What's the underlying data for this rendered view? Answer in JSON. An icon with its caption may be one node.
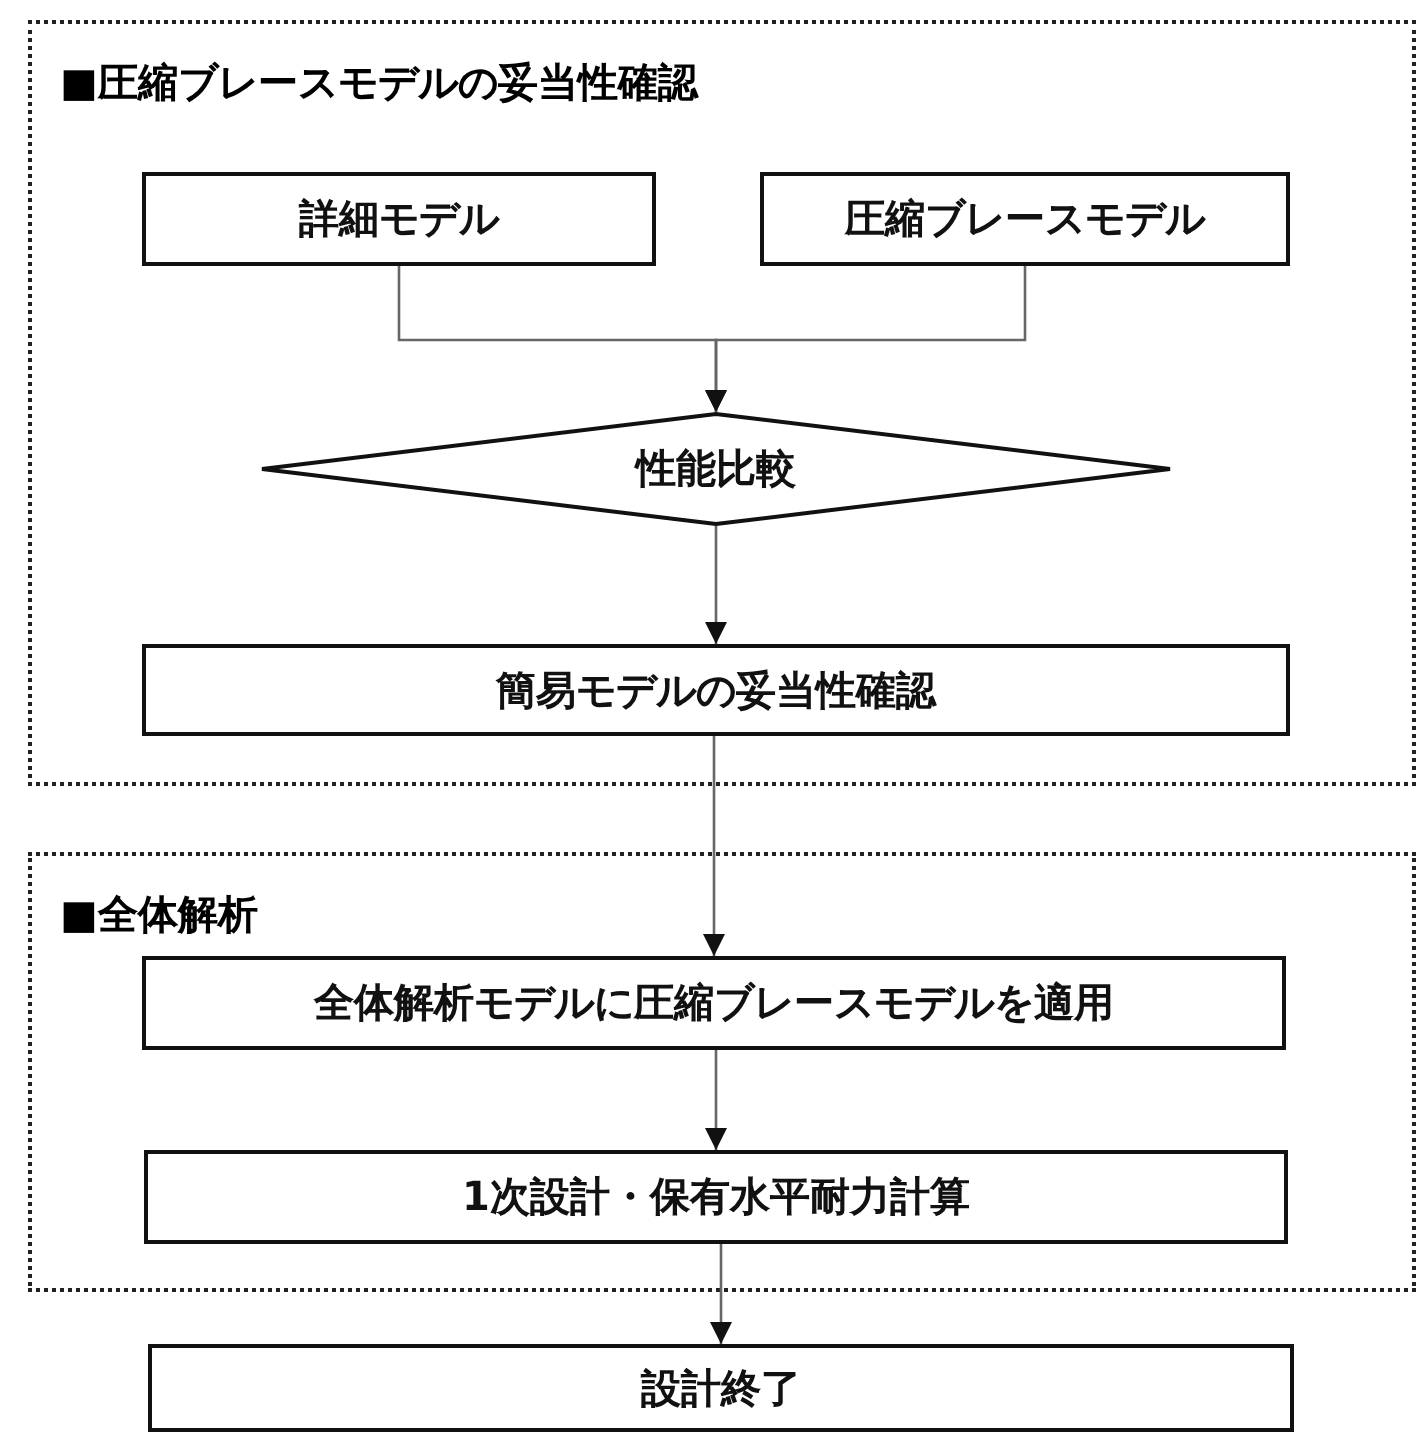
{
  "diagram": {
    "nodes": [
      {
        "text": [
          "■圧縮ブレースモデルの妥当性確認"
        ]
      },
      {
        "text": [
          "詳細モデル"
        ],
        "in": 0
      },
      {
        "text": [
          "圧縮ブレースモデル"
        ],
        "in": 0
      },
      {
        "text": [
          "性能比較"
        ],
        "in": 0
      },
      {
        "text": [
          "簡易モデルの妥当性確認"
        ],
        "in": 0
      },
      {
        "text": [
          "■全体解析"
        ]
      },
      {
        "text": [
          "全体解析モデルに圧縮ブレースモデルを適用"
        ],
        "in": 5
      },
      {
        "text": [
          "1次設計・保有水平耐力計算"
        ],
        "in": 5
      },
      {
        "text": [
          "設計終了"
        ]
      }
    ],
    "edges": [
      {
        "from": 1,
        "to": 3,
        "arrow": "to"
      },
      {
        "from": 2,
        "to": 3,
        "arrow": "to"
      },
      {
        "from": 3,
        "to": 4,
        "arrow": "to"
      },
      {
        "from": 4,
        "to": 6,
        "arrow": "to"
      },
      {
        "from": 6,
        "to": 7,
        "arrow": "to"
      },
      {
        "from": 7,
        "to": 8,
        "arrow": "to"
      }
    ]
  }
}
